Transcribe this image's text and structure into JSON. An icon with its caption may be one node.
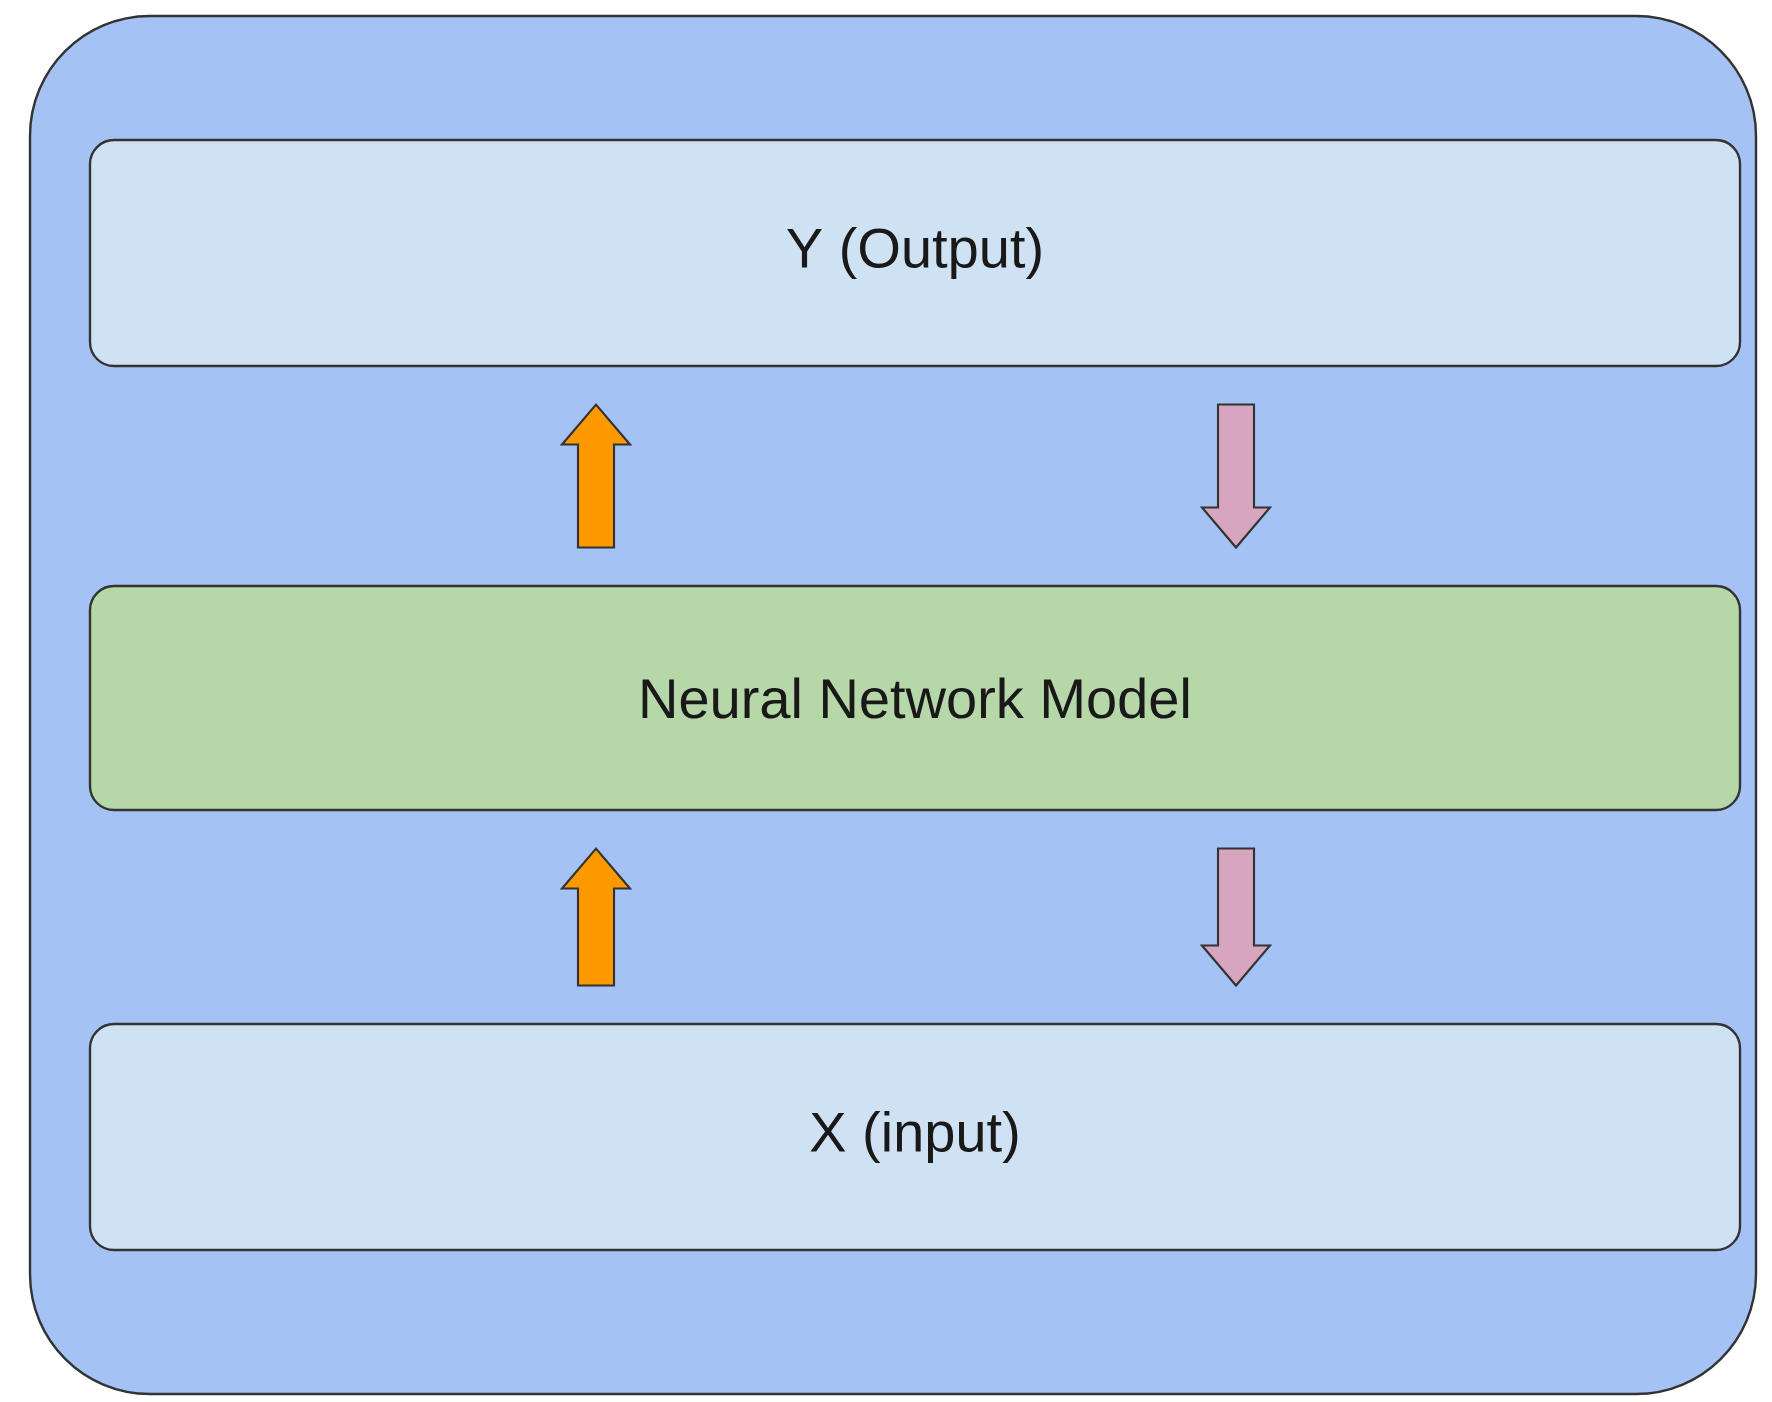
{
  "diagram": {
    "nodes": [
      {
        "text": [],
        "shape": "box"
      },
      {
        "text": [
          "Y (Output)"
        ],
        "in": 0
      },
      {
        "text": [
          "Neural Network Model"
        ],
        "in": 0
      },
      {
        "text": [
          "X (input)"
        ],
        "in": 0
      }
    ],
    "edges": [
      {
        "from": 2,
        "to": 1,
        "arrow": "to",
        "color": "#ff9900"
      },
      {
        "from": 1,
        "to": 2,
        "arrow": "to",
        "color": "#d5a6bd"
      },
      {
        "from": 3,
        "to": 2,
        "arrow": "to",
        "color": "#ff9900"
      },
      {
        "from": 2,
        "to": 3,
        "arrow": "to",
        "color": "#d5a6bd"
      }
    ]
  }
}
